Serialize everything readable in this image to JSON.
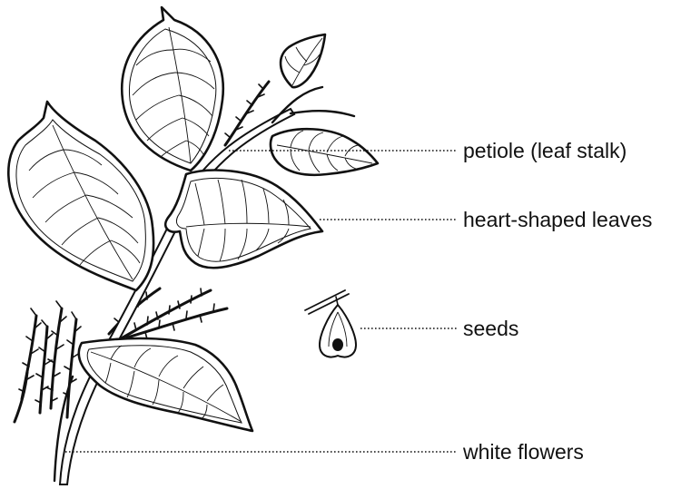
{
  "labels": {
    "petiole": "petiole (leaf stalk)",
    "leaves": "heart-shaped leaves",
    "seeds": "seeds",
    "flowers": "white flowers"
  },
  "colors": {
    "ink": "#111111",
    "background": "#ffffff"
  }
}
